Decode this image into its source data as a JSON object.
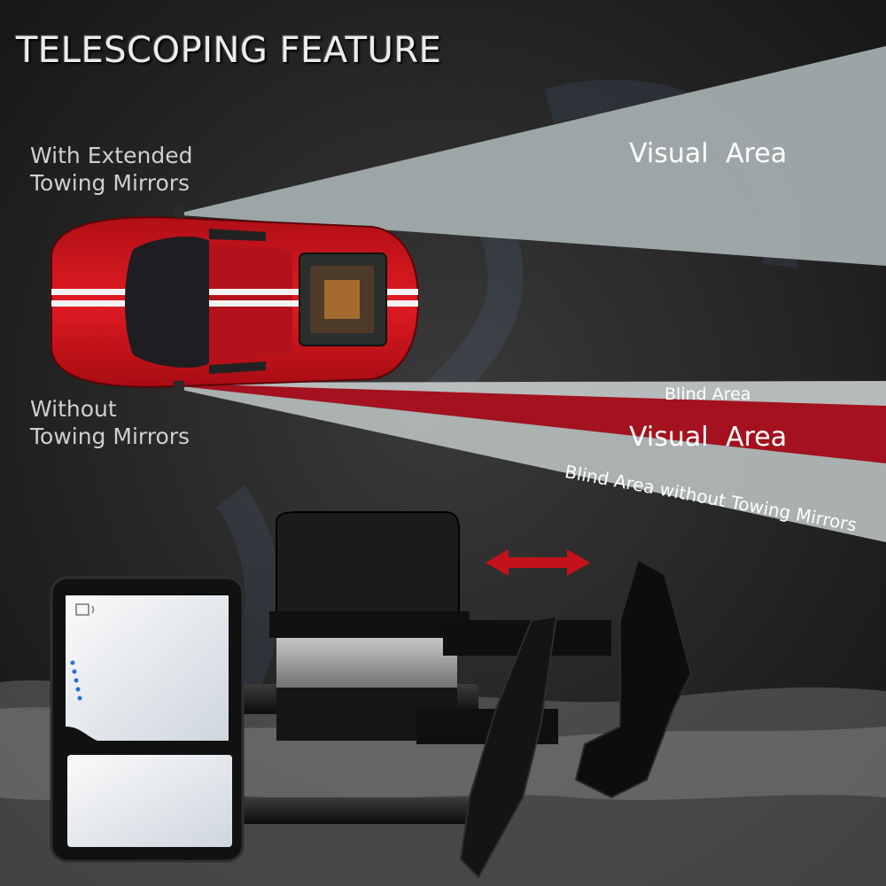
{
  "title": "TELESCOPING FEATURE",
  "labels": {
    "with_extended_line1": "With Extended",
    "with_extended_line2": "Towing Mirrors",
    "without_line1": "Without",
    "without_line2": "Towing Mirrors",
    "visual_area_top": "Visual  Area",
    "visual_area_red": "Visual  Area",
    "blind_area": "Blind Area",
    "blind_area_without": "Blind Area  without Towing Mirrors"
  },
  "colors": {
    "background": "#1c1c1c",
    "extended_cone": "#a7b1b1",
    "blind_band": "#c7cbcb",
    "red_cone": "#a3121e",
    "car_red": "#d0141c",
    "arrow_red": "#c4121a"
  },
  "icons": [
    "double-arrow-icon",
    "heated-mirror-icon"
  ]
}
